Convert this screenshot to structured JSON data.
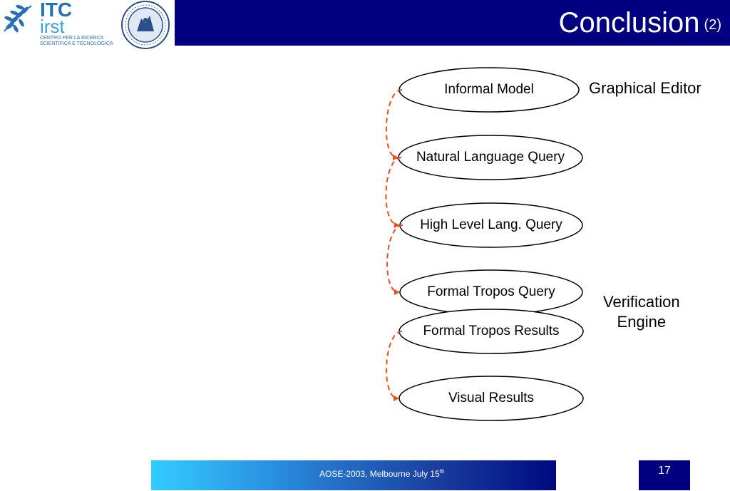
{
  "header": {
    "title": "Conclusion",
    "subtitle": "(2)"
  },
  "logo": {
    "itc": "ITC",
    "irst": "irst",
    "centro_line1": "CENTRO PER LA RICERCA",
    "centro_line2": "SCIENTIFICA E TECNOLOGICA"
  },
  "diagram": {
    "nodes": [
      {
        "id": "informal-model",
        "label": "Informal Model"
      },
      {
        "id": "natural-language-query",
        "label": "Natural Language Query"
      },
      {
        "id": "high-level-lang-query",
        "label": "High Level Lang. Query"
      },
      {
        "id": "formal-tropos-query",
        "label": "Formal Tropos Query"
      },
      {
        "id": "formal-tropos-results",
        "label": "Formal Tropos Results"
      },
      {
        "id": "visual-results",
        "label": "Visual Results"
      }
    ],
    "side_labels": {
      "graphical_editor": "Graphical Editor",
      "verification_line1": "Verification",
      "verification_line2": "Engine"
    },
    "arrow_color": "#e8501a"
  },
  "footer": {
    "conference": "AOSE-2003, Melbourne July 15",
    "conference_sup": "th",
    "page_number": "17"
  },
  "colors": {
    "header_band": "#000080",
    "footer_gradient_start": "#33ccff",
    "footer_gradient_end": "#000a80"
  }
}
